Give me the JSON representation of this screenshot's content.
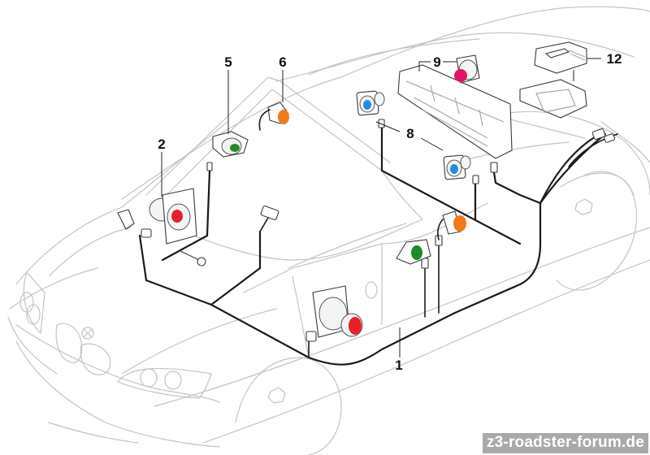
{
  "diagram": {
    "subject": "Car audio speaker and wiring harness layout",
    "callouts": [
      {
        "id": "1",
        "label": "1",
        "part": "wiring-harness"
      },
      {
        "id": "2",
        "label": "2",
        "part": "door-speaker-left-front"
      },
      {
        "id": "5",
        "label": "5",
        "part": "tweeter-left"
      },
      {
        "id": "6",
        "label": "6",
        "part": "midrange-left"
      },
      {
        "id": "8",
        "label": "8",
        "part": "rear-tweeters"
      },
      {
        "id": "9",
        "label": "9",
        "part": "rear-speaker-box"
      },
      {
        "id": "12",
        "label": "12",
        "part": "amplifier"
      }
    ],
    "speaker_colors": {
      "red": "#e8202a",
      "green": "#1f8a2a",
      "orange": "#f07a1a",
      "blue": "#2a8ae0",
      "magenta": "#e0156a"
    }
  },
  "watermark": {
    "text": "z3-roadster-forum.de"
  }
}
